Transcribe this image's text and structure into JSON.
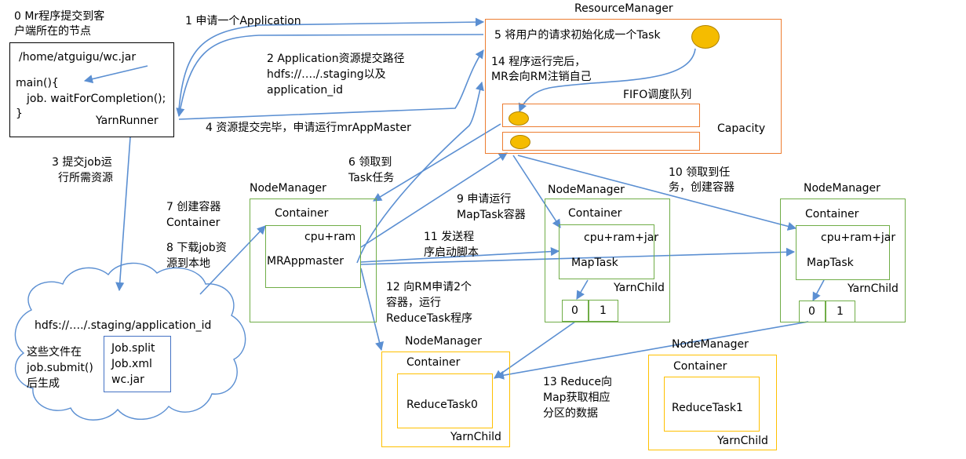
{
  "client": {
    "heading_1": "0 Mr程序提交到客",
    "heading_2": "户端所在的节点",
    "jar_path": "/home/atguigu/wc.jar",
    "code_main": "main(){",
    "code_job": "job. waitForCompletion();",
    "code_close": "}",
    "yarn_runner": "YarnRunner"
  },
  "steps": {
    "s1": "1 申请一个Application",
    "s2_1": "2 Application资源提交路径",
    "s2_2": "hdfs://…./.staging以及",
    "s2_3": "application_id",
    "s3_1": "3 提交job运",
    "s3_2": "行所需资源",
    "s4": "4 资源提交完毕，申请运行mrAppMaster",
    "s5": "5 将用户的请求初始化成一个Task",
    "s6_1": "6 领取到",
    "s6_2": "Task任务",
    "s7_1": "7 创建容器",
    "s7_2": "Container",
    "s8_1": "8 下载job资",
    "s8_2": "源到本地",
    "s9_1": "9 申请运行",
    "s9_2": "MapTask容器",
    "s10_1": "10 领取到任",
    "s10_2": "务，创建容器",
    "s11_1": "11 发送程",
    "s11_2": "序启动脚本",
    "s12_1": "12 向RM申请2个",
    "s12_2": "容器，运行",
    "s12_3": "ReduceTask程序",
    "s13_1": "13 Reduce向",
    "s13_2": "Map获取相应",
    "s13_3": "分区的数据",
    "s14_1": "14 程序运行完后，",
    "s14_2": "MR会向RM注销自己"
  },
  "resource_manager": {
    "title": "ResourceManager",
    "fifo": "FIFO调度队列",
    "capacity": "Capacity"
  },
  "hdfs": {
    "path": "hdfs://…./.staging/application_id",
    "note_1": "这些文件在",
    "note_2": "job.submit()",
    "note_3": "后生成",
    "file_1": "Job.split",
    "file_2": "Job.xml",
    "file_3": "wc.jar"
  },
  "nm_app": {
    "title": "NodeManager",
    "container": "Container",
    "res": "cpu+ram",
    "app": "MRAppmaster"
  },
  "nm_map1": {
    "title": "NodeManager",
    "container": "Container",
    "res": "cpu+ram+jar",
    "task": "MapTask",
    "child": "YarnChild",
    "p0": "0",
    "p1": "1"
  },
  "nm_map2": {
    "title": "NodeManager",
    "container": "Container",
    "res": "cpu+ram+jar",
    "task": "MapTask",
    "child": "YarnChild",
    "p0": "0",
    "p1": "1"
  },
  "nm_reduce0": {
    "title": "NodeManager",
    "container": "Container",
    "task": "ReduceTask0",
    "child": "YarnChild"
  },
  "nm_reduce1": {
    "title": "NodeManager",
    "container": "Container",
    "task": "ReduceTask1",
    "child": "YarnChild"
  },
  "colors": {
    "arrow": "#5b8fd2",
    "orange": "#f4a460",
    "rm_orange": "#ed7d31",
    "green": "#70ad47",
    "gold": "#ffc000",
    "token": "#f5bc00",
    "blue_box": "#4472c4"
  }
}
